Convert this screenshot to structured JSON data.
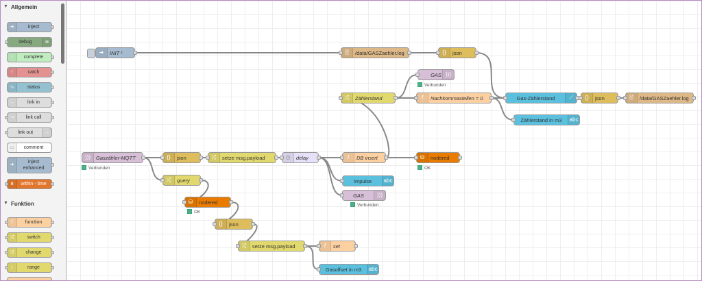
{
  "palette": {
    "categories": [
      {
        "label": "Allgemein"
      },
      {
        "label": "Funktion"
      }
    ],
    "allgemein": [
      "inject",
      "debug",
      "complete",
      "catch",
      "status",
      "link in",
      "link call",
      "link out",
      "comment",
      "inject enhanced",
      "within - time"
    ],
    "funktion": [
      "function",
      "switch",
      "change",
      "range"
    ]
  },
  "nodes": {
    "init": "INIT ¹",
    "file_in": "/data/GASZaehler.log",
    "json1": "json",
    "gas_mqtt_out": "GAS",
    "gas_mqtt_out_status": "Verbunden",
    "zaehlerstand": "Zählerstand",
    "nachkomma": "Nachkommastellen = 0",
    "gas_zaehlerstand": "Gas-Zählerstand",
    "json2": "json",
    "file_out": "/data/GASZaehler.log",
    "zaehlerstand_m3": "Zählerstand in m3",
    "gaszaehler_mqtt": "Gaszähler-MQTT",
    "gaszaehler_mqtt_status": "Verbunden",
    "json3": "json",
    "setze1": "setze msg.payload",
    "delay": "delay",
    "db_insert": "DB insert",
    "nodered1": "nodered",
    "nodered1_status": "OK",
    "impulse": "Impulse",
    "gas2": "GAS",
    "gas2_status": "Verbunden",
    "query": "query",
    "nodered2": "nodered",
    "nodered2_status": "OK",
    "json4": "json",
    "setze2": "setze msg.payload",
    "set": "set",
    "gasoffset": "Gasoffset in m3"
  },
  "colors": {
    "inject": "#a6bbcf",
    "function": "#fdd0a2",
    "json": "#debd5c",
    "mqtt": "#d8bfd8",
    "mysql": "#e97b00",
    "ui": "#5bc0de",
    "switch": "#e2d96e",
    "file": "#deb887",
    "status_ok": "#55aa88"
  },
  "icons": {
    "inject": "arrow-right-icon",
    "debug": "list-icon",
    "complete": "exclamation-icon",
    "catch": "exclamation-icon",
    "status": "pulse-icon",
    "link": "link-icon",
    "comment": "comment-icon",
    "function": "function-icon",
    "switch": "shuffle-icon",
    "change": "shuffle-icon",
    "range": "range-icon",
    "json": "braces-icon",
    "file": "file-icon",
    "mqtt": "wifi-icon",
    "database": "database-icon",
    "chart": "chart-icon",
    "text": "text-icon",
    "delay": "clock-icon"
  }
}
